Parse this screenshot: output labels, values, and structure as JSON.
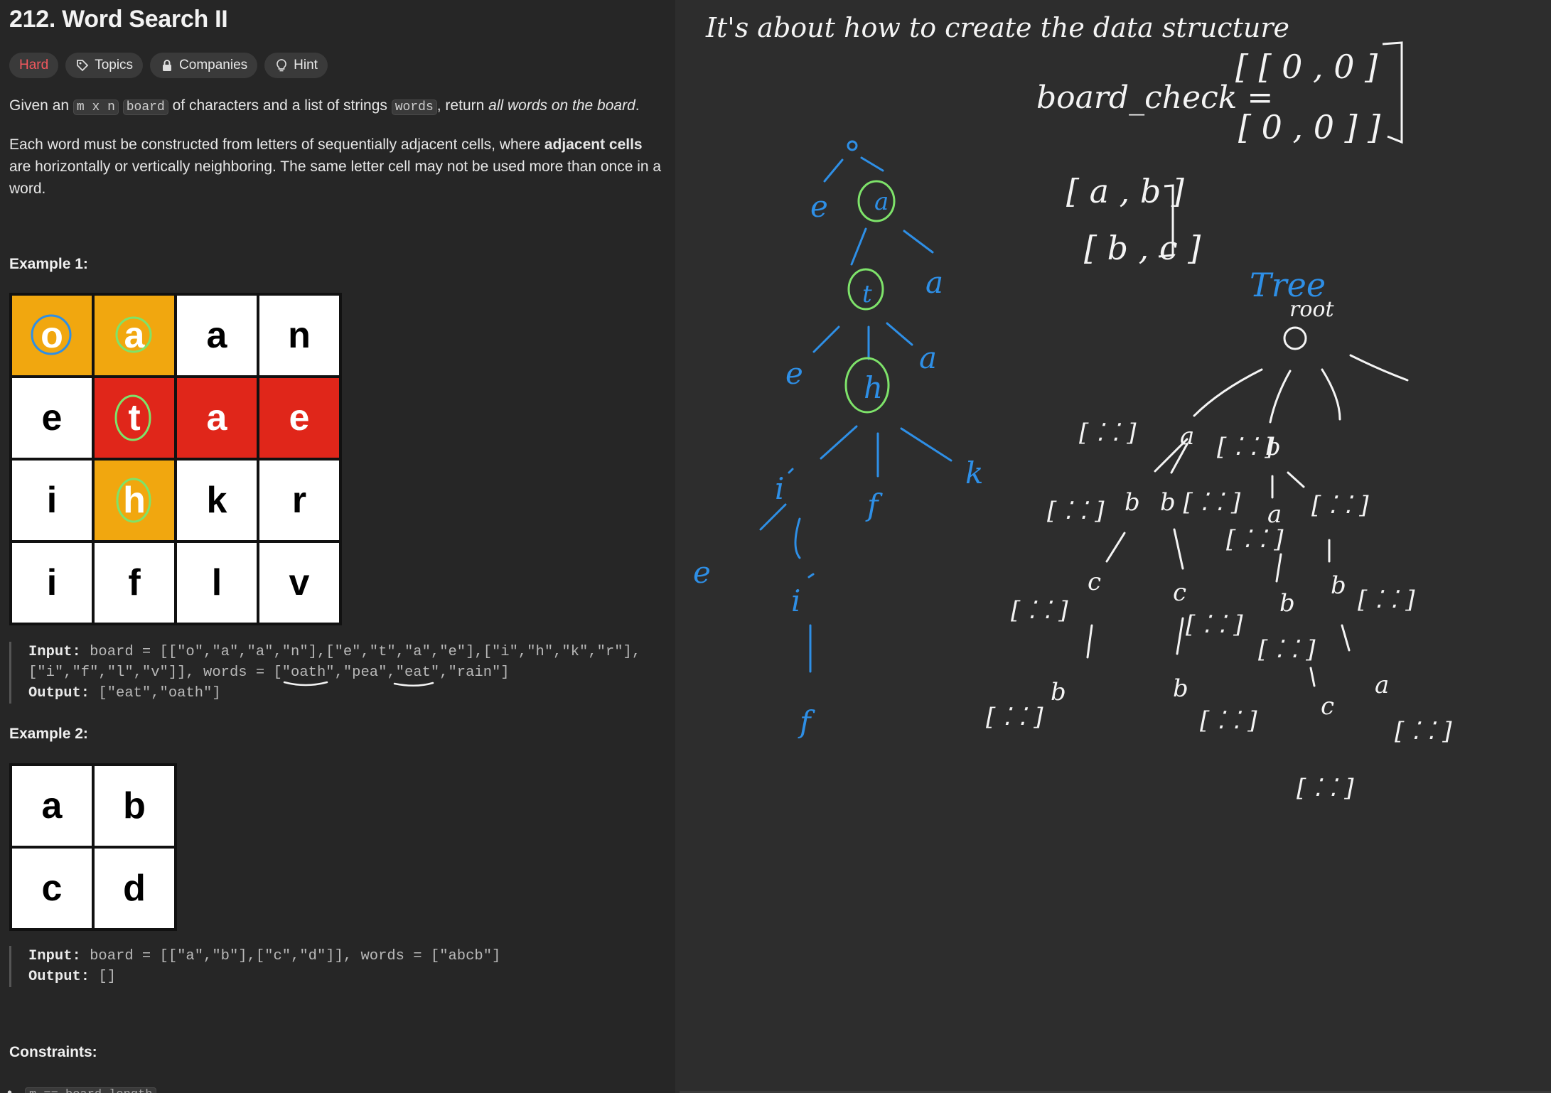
{
  "problem": {
    "title": "212. Word Search II",
    "tags": [
      "Hard",
      "Topics",
      "Companies",
      "Hint"
    ],
    "desc_1_pre": "Given an ",
    "code_mxn": "m x n",
    "code_board": "board",
    "desc_1_mid": " of characters and a list of strings ",
    "code_words": "words",
    "desc_1_post": ", return ",
    "desc_1_em": "all words on the board",
    "desc_1_end": ".",
    "desc_2_pre": "Each word must be constructed from letters of sequentially adjacent cells, where ",
    "desc_2_bold": "adjacent cells",
    "desc_2_post": " are horizontally or vertically neighboring. The same letter cell may not be used more than once in a word.",
    "example1_heading": "Example 1:",
    "example1_board": [
      [
        "o",
        "a",
        "a",
        "n"
      ],
      [
        "e",
        "t",
        "a",
        "e"
      ],
      [
        "i",
        "h",
        "k",
        "r"
      ],
      [
        "i",
        "f",
        "l",
        "v"
      ]
    ],
    "example1_input_label": "Input:",
    "example1_input_line1": " board = [[\"o\",\"a\",\"a\",\"n\"],[\"e\",\"t\",\"a\",\"e\"],[\"i\",\"h\",\"k\",\"r\"],",
    "example1_input_line2": "[\"i\",\"f\",\"l\",\"v\"]], words = [\"oath\",\"pea\",\"eat\",\"rain\"]",
    "example1_output_label": "Output:",
    "example1_output": " [\"eat\",\"oath\"]",
    "example2_heading": "Example 2:",
    "example2_board": [
      [
        "a",
        "b"
      ],
      [
        "c",
        "d"
      ]
    ],
    "example2_input_label": "Input:",
    "example2_input": " board = [[\"a\",\"b\"],[\"c\",\"d\"]], words = [\"abcb\"]",
    "example2_output_label": "Output:",
    "example2_output": " []",
    "constraints_heading": "Constraints:",
    "constraint_1": "m == board.length"
  },
  "whiteboard": {
    "note": "It's about how to create the data structure",
    "board_check_label": "board_check =",
    "matrix_top": "[ [ 0 , 0 ]",
    "matrix_bottom": "[ 0 , 0 ] ]",
    "small_matrix_top": "[ a , b ]",
    "small_matrix_bottom": "[ b , c ]",
    "tree_label": "Tree",
    "root_label": "root"
  },
  "colors": {
    "hard": "#f2585e",
    "orange_cell": "#f1a70f",
    "red_cell": "#e0261a",
    "ink_blue": "#2e8fe6",
    "ink_green": "#7ee36a",
    "ink_white": "#f4f4f4"
  }
}
